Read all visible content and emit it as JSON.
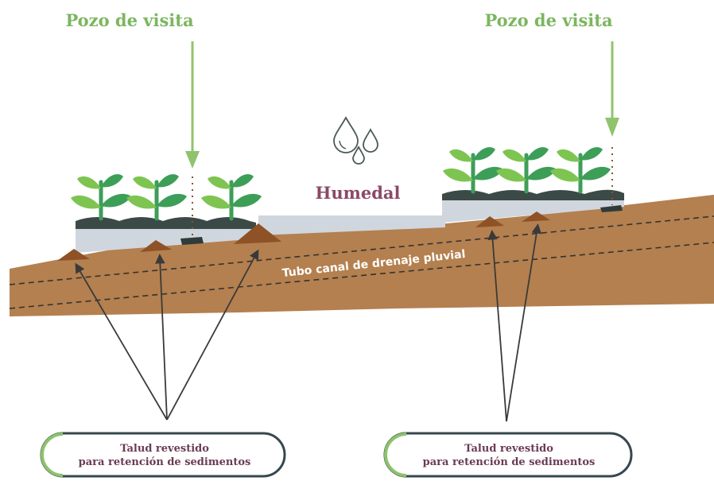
{
  "labels": {
    "manhole_left": "Pozo de visita",
    "manhole_right": "Pozo de visita",
    "wetland": "Humedal",
    "pipe": "Tubo canal de drenaje pluvial",
    "slope_left_line1": "Talud revestido",
    "slope_left_line2": "para retención de sedimentos",
    "slope_right_line1": "Talud revestido",
    "slope_right_line2": "para retención de sedimentos"
  },
  "icons": {
    "water_drops": "water-drops-icon",
    "plant": "plant-icon",
    "arrow": "arrow-down-icon"
  },
  "colors": {
    "green_label": "#7cb65f",
    "arrow_green": "#8fc46e",
    "wetland_label": "#8a4a67",
    "earth": "#b4804f",
    "mound": "#8e5226",
    "leaf_light": "#7ec451",
    "leaf_dark": "#3d9e58",
    "soil_dark": "#3c4a47",
    "gray_tray": "#d0d6de",
    "callout_border": "#37474f",
    "callout_accent": "#8dc26c",
    "callout_text": "#6b3b55",
    "dashed": "#333333",
    "arrow_dark": "#3a3a3a"
  }
}
